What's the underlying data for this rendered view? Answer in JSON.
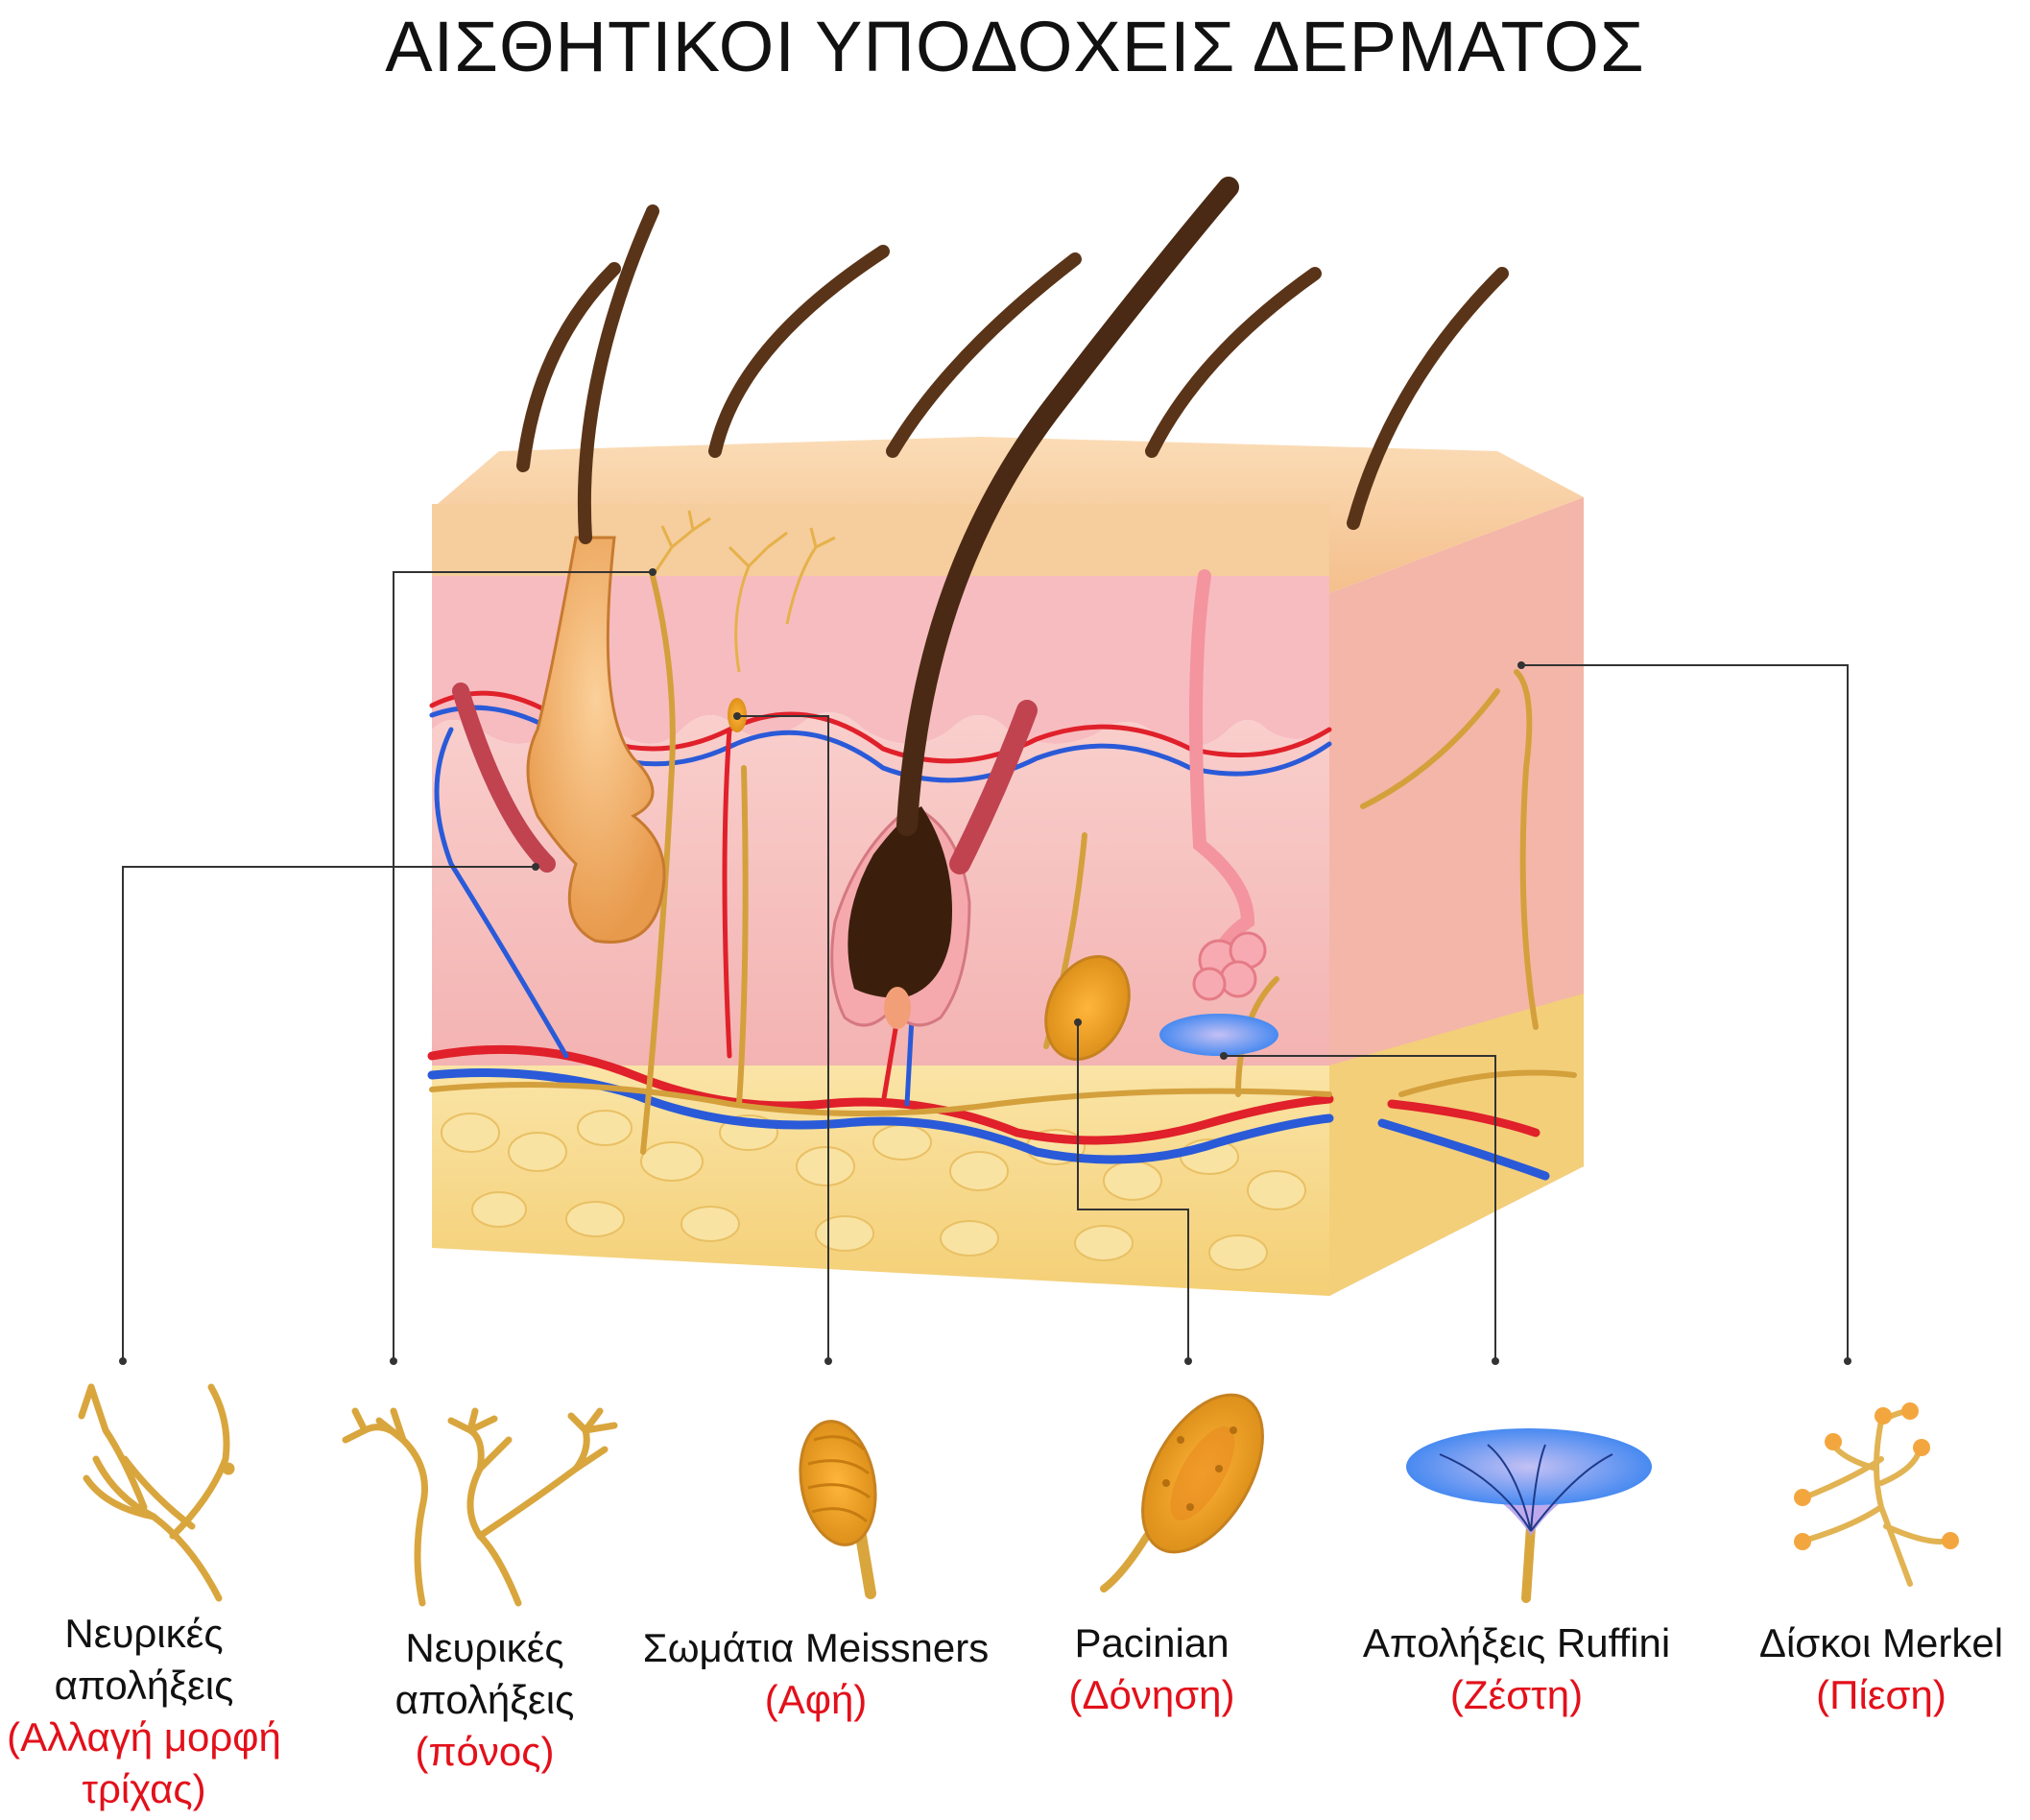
{
  "title": "ΑΙΣΘΗΤΙΚΟΙ ΥΠΟΔΟΧΕΙΣ ΔΕΡΜΑΤΟΣ",
  "colors": {
    "epidermis_top": "#f7c99a",
    "epidermis_cells": "#f6b8b8",
    "dermis": "#f6c2c0",
    "fat": "#f7d98a",
    "nerve": "#d4a03c",
    "artery": "#e0202a",
    "vein": "#2a5ad8",
    "hair": "#4a2a14",
    "label_red": "#e3101a",
    "ruffini_blue": "#3d8ff0"
  },
  "receptors": [
    {
      "id": "hair-nerve",
      "icon": "branching-nerve-icon",
      "name": "Νευρικές απολήξεις",
      "function": "(Αλλαγή μορφή τρίχας)"
    },
    {
      "id": "free-nerve",
      "icon": "free-nerve-ending-icon",
      "name": "Νευρικές απολήξεις",
      "function": "(πόνος)"
    },
    {
      "id": "meissner",
      "icon": "meissner-corpuscle-icon",
      "name": "Σωμάτια Meissners",
      "function": "(Αφή)"
    },
    {
      "id": "pacinian",
      "icon": "pacinian-corpuscle-icon",
      "name": "Pacinian",
      "function": "(Δόνηση)"
    },
    {
      "id": "ruffini",
      "icon": "ruffini-ending-icon",
      "name": "Απολήξεις Ruffini",
      "function": "(Ζέστη)"
    },
    {
      "id": "merkel",
      "icon": "merkel-disc-icon",
      "name": "Δίσκοι Merkel",
      "function": "(Πίεση)"
    }
  ]
}
